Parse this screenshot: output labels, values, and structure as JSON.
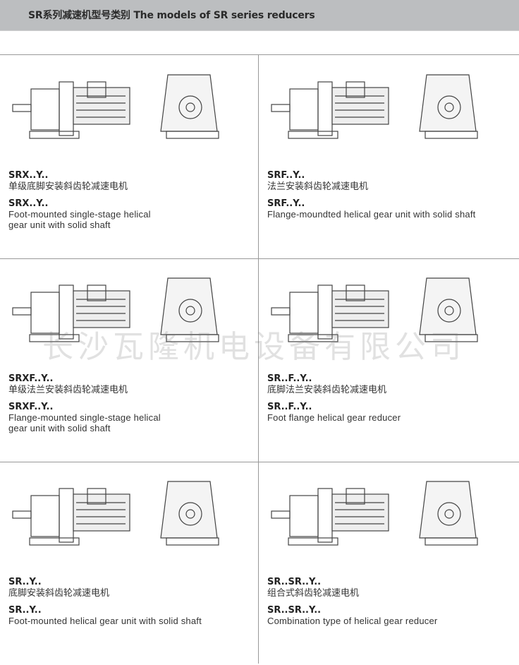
{
  "title": "SR系列减速机型号类别 The models of SR series reducers",
  "watermark": "长沙瓦隆机电设备有限公司",
  "models": [
    {
      "code_cn": "SRX..Y..",
      "name_cn": "单级底脚安装斜齿轮减速电机",
      "code_en": "SRX..Y..",
      "name_en": "Foot-mounted single-stage helical\ngear unit with solid shaft"
    },
    {
      "code_cn": "SRF..Y..",
      "name_cn": "法兰安装斜齿轮减速电机",
      "code_en": "SRF..Y..",
      "name_en": "Flange-moundted helical gear unit with solid shaft"
    },
    {
      "code_cn": "SRXF..Y..",
      "name_cn": "单级法兰安装斜齿轮减速电机",
      "code_en": "SRXF..Y..",
      "name_en": "Flange-mounted single-stage helical\ngear unit with solid shaft"
    },
    {
      "code_cn": "SR..F..Y..",
      "name_cn": "底脚法兰安装斜齿轮减速电机",
      "code_en": "SR..F..Y..",
      "name_en": "Foot flange helical gear reducer"
    },
    {
      "code_cn": "SR..Y..",
      "name_cn": "底脚安装斜齿轮减速电机",
      "code_en": "SR..Y..",
      "name_en": "Foot-mounted helical gear unit with solid shaft"
    },
    {
      "code_cn": "SR..SR..Y..",
      "name_cn": "组合式斜齿轮减速电机",
      "code_en": "SR..SR..Y..",
      "name_en": "Combination type of helical gear reducer"
    }
  ]
}
